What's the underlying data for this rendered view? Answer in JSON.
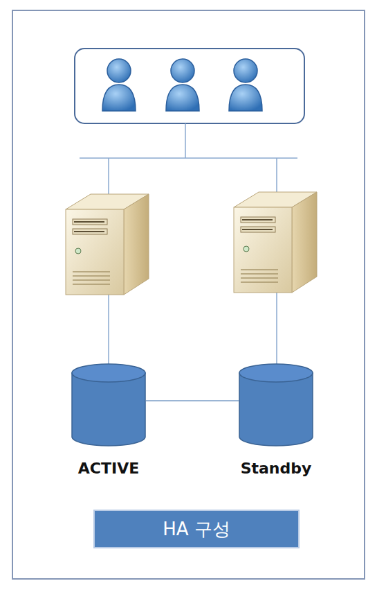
{
  "diagram": {
    "nodes": [
      {
        "text": [
          "ACTIVE"
        ]
      },
      {
        "text": [
          "Standby"
        ]
      },
      {
        "text": [
          "HA 구성"
        ]
      }
    ],
    "edges": [
      {
        "from": 0,
        "to": 1,
        "arrow": "none"
      }
    ]
  }
}
